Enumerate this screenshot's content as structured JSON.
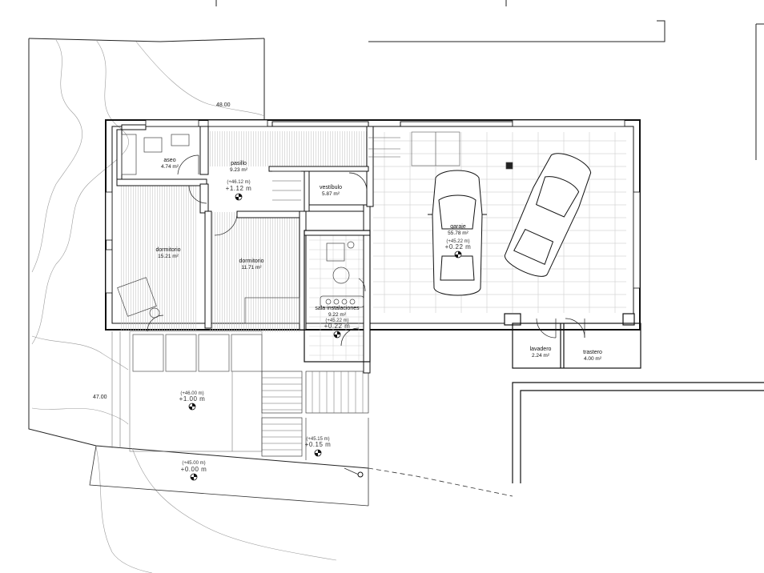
{
  "rooms": [
    {
      "id": "aseo",
      "name": "aseo",
      "area": "4.74 m²"
    },
    {
      "id": "pasillo",
      "name": "pasillo",
      "area": "9.23 m²",
      "level_top": "(+46.12 m)",
      "level_bot": "+1.12 m"
    },
    {
      "id": "vestibulo",
      "name": "vestíbulo",
      "area": "5.87 m²"
    },
    {
      "id": "dormitorio1",
      "name": "dormitorio",
      "area": "15.21 m²"
    },
    {
      "id": "dormitorio2",
      "name": "dormitorio",
      "area": "11.71 m²"
    },
    {
      "id": "sala",
      "name": "sala instalaciones",
      "area": "9.22 m²",
      "level_top": "(+45.22 m)",
      "level_bot": "+0.22 m"
    },
    {
      "id": "garaje",
      "name": "garaje",
      "area": "55.78 m²",
      "level_top": "(+45.22 m)",
      "level_bot": "+0.22 m"
    },
    {
      "id": "lavadero",
      "name": "lavadero",
      "area": "2.24 m²"
    },
    {
      "id": "trastero",
      "name": "trastero",
      "area": "4.00 m²"
    }
  ],
  "levels": [
    {
      "id": "terraza",
      "top": "(+46.00 m)",
      "bot": "+1.00 m"
    },
    {
      "id": "rampa",
      "top": "(+45.15 m)",
      "bot": "+0.15 m"
    },
    {
      "id": "acera",
      "top": "(+45.00 m)",
      "bot": "+0.00 m"
    }
  ],
  "contours": [
    "48.00",
    "47.00"
  ],
  "colors": {
    "line": "#111111",
    "thin": "#555555",
    "hatch": "#9a9a9a"
  }
}
